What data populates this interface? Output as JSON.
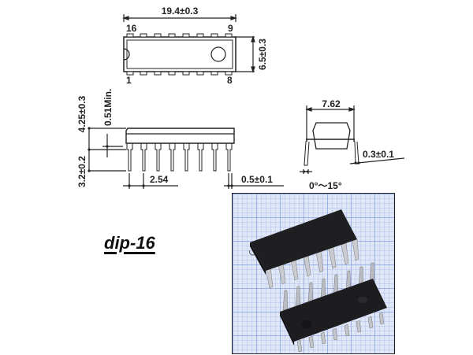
{
  "package_name": "dip-16",
  "top_view": {
    "length_label": "19.4±0.3",
    "width_label": "6.5±0.3",
    "pin_labels": {
      "top_left": "16",
      "top_right": "9",
      "bottom_left": "1",
      "bottom_right": "8"
    }
  },
  "side_view": {
    "standoff_label": "0.51Min.",
    "body_height_label": "4.25±0.3",
    "lead_length_label": "3.2±0.2",
    "pitch_label": "2.54",
    "lead_width_label": "0.5±0.1"
  },
  "end_view": {
    "row_spacing_label": "7.62",
    "lead_thickness_label": "0.3±0.1",
    "angle_label": "0°～15°"
  },
  "photo": {
    "description": "Two DIP-16 chips on graph paper",
    "grid_color": "#7896dc",
    "chip_color": "#1c1c1e"
  }
}
